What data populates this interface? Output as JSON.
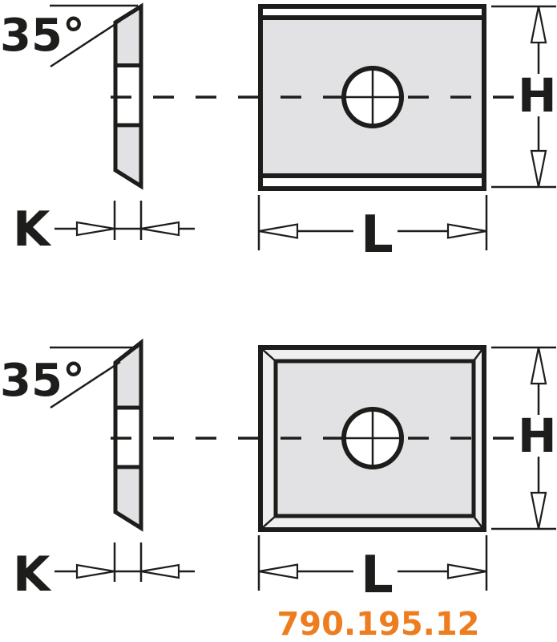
{
  "product": {
    "code": "790.195.12"
  },
  "colors": {
    "ink": "#1d1d1b",
    "face-gray": "#e2e2e4",
    "bevel-gray": "#efeff1",
    "paper": "#ffffff",
    "accent-orange": "#ed7d1f"
  },
  "diagrams": [
    {
      "name": "insert-two-cutting-edges",
      "angle_label": "35°",
      "thickness_label": "K",
      "length_label": "L",
      "height_label": "H"
    },
    {
      "name": "insert-four-cutting-edges",
      "angle_label": "35°",
      "thickness_label": "K",
      "length_label": "L",
      "height_label": "H"
    }
  ]
}
